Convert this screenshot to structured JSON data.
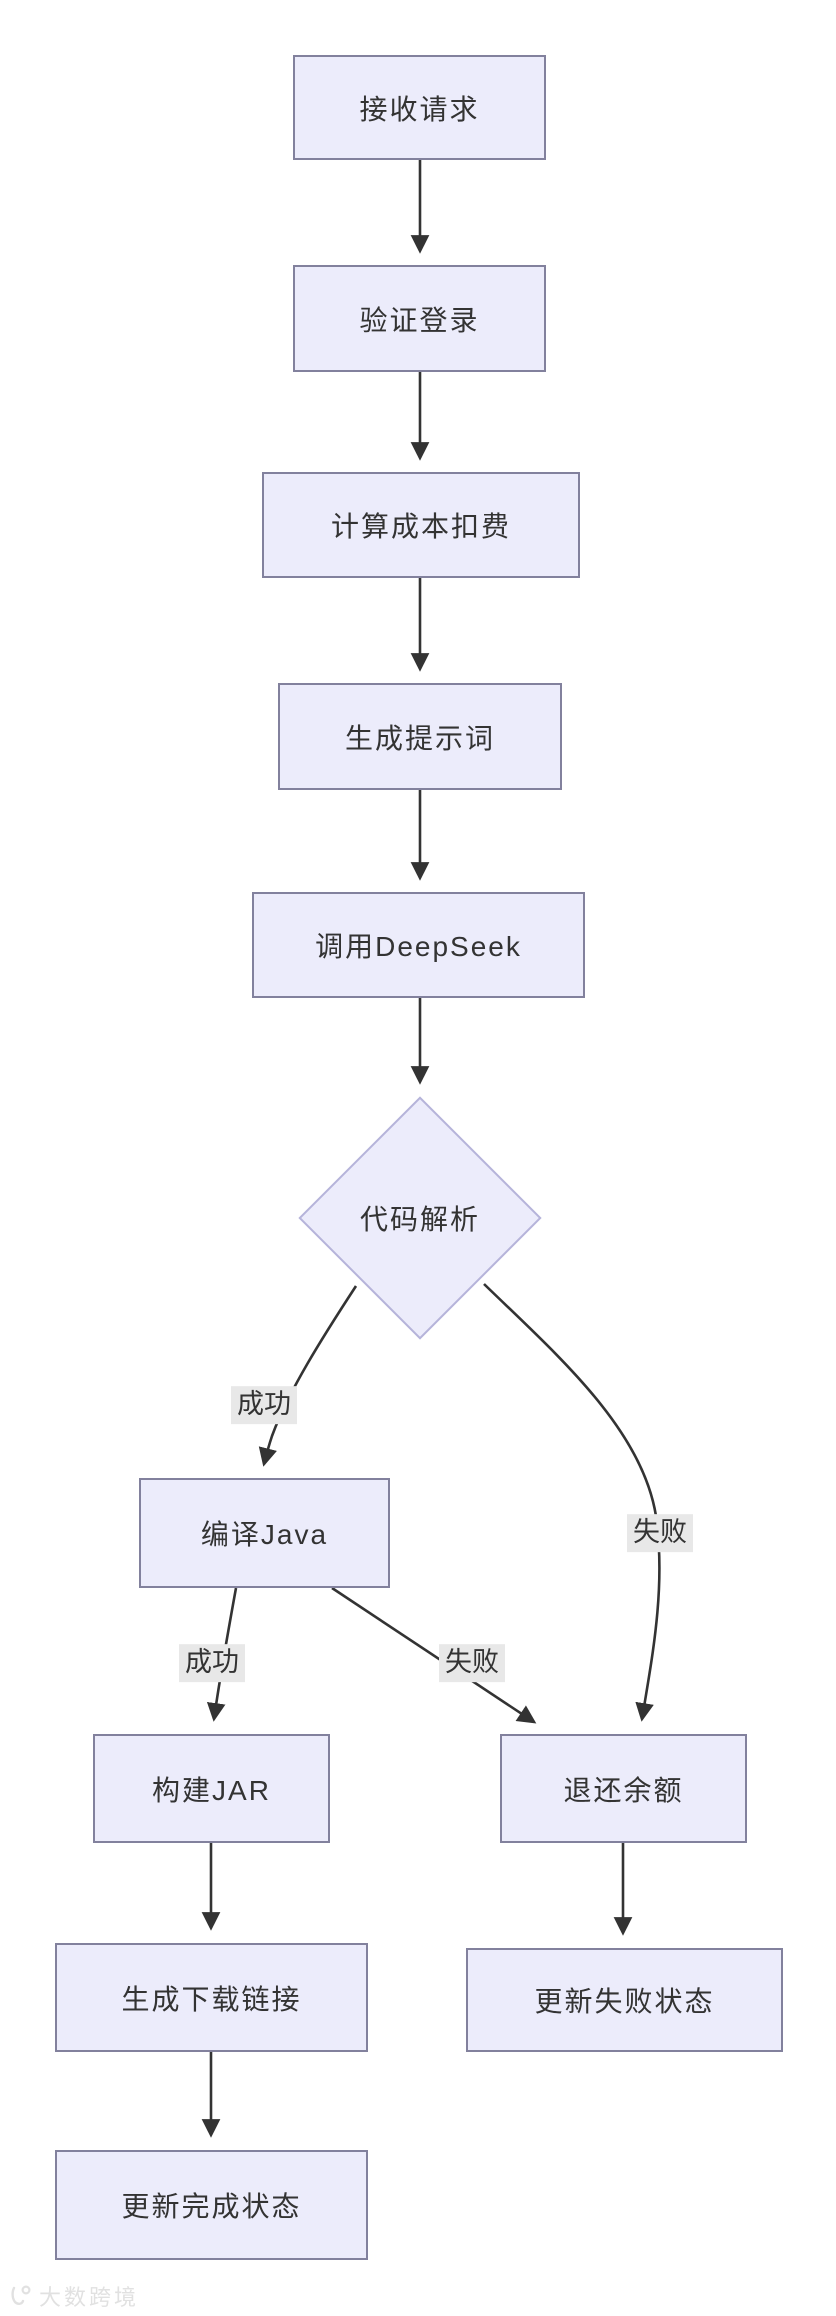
{
  "diagram": {
    "type": "flowchart",
    "direction": "top-down",
    "colors": {
      "node_fill": "#ECECFB",
      "node_border": "#82819d",
      "diamond_border": "#b6b4da",
      "edge": "#333333",
      "edge_label_bg": "#e8e8e8",
      "text": "#333333",
      "background": "#ffffff"
    },
    "nodes": {
      "receive": {
        "label": "接收请求",
        "shape": "rect"
      },
      "verify": {
        "label": "验证登录",
        "shape": "rect"
      },
      "cost": {
        "label": "计算成本扣费",
        "shape": "rect"
      },
      "prompt": {
        "label": "生成提示词",
        "shape": "rect"
      },
      "deepseek": {
        "label": "调用DeepSeek",
        "shape": "rect"
      },
      "parse": {
        "label": "代码解析",
        "shape": "diamond"
      },
      "compile": {
        "label": "编译Java",
        "shape": "rect"
      },
      "jar": {
        "label": "构建JAR",
        "shape": "rect"
      },
      "refund": {
        "label": "退还余额",
        "shape": "rect"
      },
      "download": {
        "label": "生成下载链接",
        "shape": "rect"
      },
      "fail": {
        "label": "更新失败状态",
        "shape": "rect"
      },
      "done": {
        "label": "更新完成状态",
        "shape": "rect"
      }
    },
    "edges": [
      {
        "from": "接收请求",
        "to": "验证登录",
        "label": ""
      },
      {
        "from": "验证登录",
        "to": "计算成本扣费",
        "label": ""
      },
      {
        "from": "计算成本扣费",
        "to": "生成提示词",
        "label": ""
      },
      {
        "from": "生成提示词",
        "to": "调用DeepSeek",
        "label": ""
      },
      {
        "from": "调用DeepSeek",
        "to": "代码解析",
        "label": ""
      },
      {
        "from": "代码解析",
        "to": "编译Java",
        "label": "成功"
      },
      {
        "from": "代码解析",
        "to": "退还余额",
        "label": "失败"
      },
      {
        "from": "编译Java",
        "to": "构建JAR",
        "label": "成功"
      },
      {
        "from": "编译Java",
        "to": "退还余额",
        "label": "失败"
      },
      {
        "from": "构建JAR",
        "to": "生成下载链接",
        "label": ""
      },
      {
        "from": "退还余额",
        "to": "更新失败状态",
        "label": ""
      },
      {
        "from": "生成下载链接",
        "to": "更新完成状态",
        "label": ""
      }
    ]
  },
  "watermark": {
    "text": "大数跨境"
  }
}
